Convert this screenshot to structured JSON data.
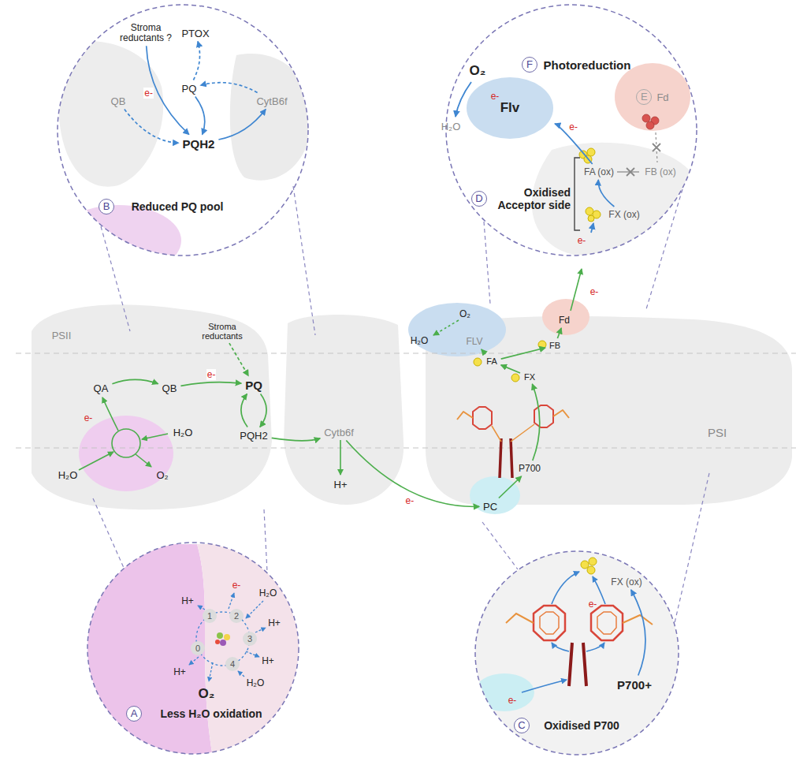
{
  "diagram": {
    "nodes": [
      {
        "text": [
          "B",
          "Reduced PQ pool"
        ]
      },
      {
        "text": [
          "Stroma reductants ?"
        ],
        "in": 0
      },
      {
        "text": [
          "PTOX"
        ],
        "in": 0
      },
      {
        "text": [
          "QB"
        ],
        "in": 0
      },
      {
        "text": [
          "PQ"
        ],
        "in": 0
      },
      {
        "text": [
          "PQH2"
        ],
        "in": 0
      },
      {
        "text": [
          "CytB6f"
        ],
        "in": 0
      },
      {
        "text": [
          "D",
          "Oxidised Acceptor side"
        ]
      },
      {
        "text": [
          "Flv"
        ],
        "in": 7
      },
      {
        "text": [
          "E",
          "Fd"
        ],
        "in": 7
      },
      {
        "text": [
          "FA (ox)"
        ],
        "in": 7
      },
      {
        "text": [
          "FB (ox)"
        ],
        "in": 7
      },
      {
        "text": [
          "FX (ox)"
        ],
        "in": 7
      },
      {
        "text": [
          "PSII"
        ]
      },
      {
        "text": [
          "QA"
        ]
      },
      {
        "text": [
          "QB"
        ]
      },
      {
        "text": [
          "PQ"
        ]
      },
      {
        "text": [
          "PQH2"
        ]
      },
      {
        "text": [
          "Cytb6f"
        ]
      },
      {
        "text": [
          "PC"
        ]
      },
      {
        "text": [
          "PSI"
        ]
      },
      {
        "text": [
          "P700"
        ]
      },
      {
        "text": [
          "FX"
        ]
      },
      {
        "text": [
          "FA"
        ]
      },
      {
        "text": [
          "FB"
        ]
      },
      {
        "text": [
          "Fd"
        ]
      },
      {
        "text": [
          "FLV"
        ]
      },
      {
        "text": [
          "Stroma reductants"
        ]
      },
      {
        "text": [
          "A",
          "Less H₂O oxidation"
        ]
      },
      {
        "text": [
          "C",
          "Oxidised P700"
        ]
      },
      {
        "text": [
          "P700+"
        ],
        "in": 29
      },
      {
        "text": [
          "FX (ox)"
        ],
        "in": 29
      }
    ],
    "edges": [
      {
        "from": 3,
        "to": 5,
        "arrow": "to"
      },
      {
        "from": 1,
        "to": 5,
        "label": "e-",
        "arrow": "to"
      },
      {
        "from": 4,
        "to": 2,
        "arrow": "to"
      },
      {
        "from": 4,
        "to": 5,
        "arrow": "to"
      },
      {
        "from": 5,
        "to": 6,
        "arrow": "to"
      },
      {
        "from": 6,
        "to": 4,
        "arrow": "to"
      },
      {
        "from": 12,
        "to": 10,
        "arrow": "to"
      },
      {
        "from": 10,
        "to": 8,
        "label": "e-",
        "arrow": "to"
      },
      {
        "from": 14,
        "to": 15,
        "arrow": "to"
      },
      {
        "from": 15,
        "to": 16,
        "label": "e-",
        "arrow": "to"
      },
      {
        "from": 16,
        "to": 17,
        "arrow": "to"
      },
      {
        "from": 17,
        "to": 16,
        "arrow": "to"
      },
      {
        "from": 27,
        "to": 16,
        "arrow": "to"
      },
      {
        "from": 17,
        "to": 18,
        "arrow": "to"
      },
      {
        "from": 18,
        "to": 19,
        "label": "e-",
        "arrow": "to"
      },
      {
        "from": 19,
        "to": 21,
        "arrow": "to"
      },
      {
        "from": 21,
        "to": 22,
        "arrow": "to"
      },
      {
        "from": 22,
        "to": 23,
        "arrow": "to"
      },
      {
        "from": 23,
        "to": 24,
        "arrow": "to"
      },
      {
        "from": 24,
        "to": 25,
        "arrow": "to"
      },
      {
        "from": 23,
        "to": 26,
        "arrow": "to"
      },
      {
        "from": 30,
        "to": 31,
        "arrow": "to"
      }
    ],
    "labels": [
      "F",
      "Photoreduction",
      "O₂",
      "e-",
      "H₂O",
      "e-",
      "H₂O",
      "H₂O",
      "O₂",
      "e-",
      "H+",
      "O₂",
      "H₂O",
      "e-",
      "0",
      "1",
      "2",
      "3",
      "4",
      "e-",
      "H₂O",
      "H+",
      "H+",
      "H+",
      "H+",
      "H₂O",
      "O₂",
      "e-",
      "e-"
    ]
  }
}
